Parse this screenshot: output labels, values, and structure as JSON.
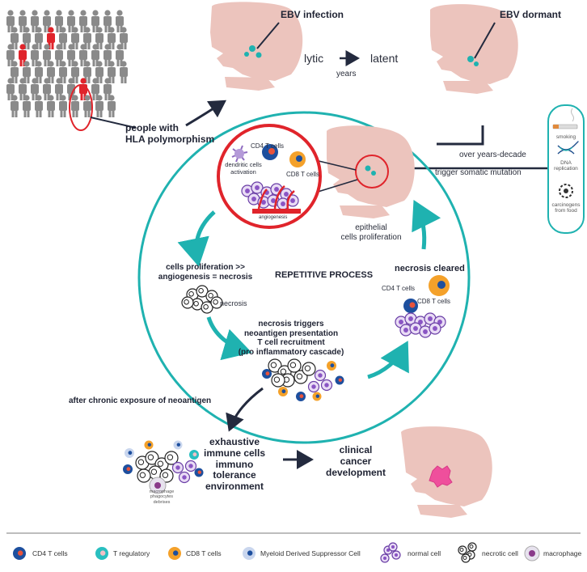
{
  "top": {
    "people_label": [
      "people with",
      "HLA polymorphism"
    ],
    "ebv_infection": "EBV infection",
    "ebv_dormant": "EBV dormant",
    "lytic": "lytic",
    "latent": "latent",
    "years": "years",
    "over_years": "over years-decade",
    "trigger": "trigger somatic mutation"
  },
  "side_box": {
    "items": [
      "smoking",
      "DNA replication",
      "carcinogens from food"
    ]
  },
  "inset": {
    "cd4": "CD4 T cells",
    "cd8": "CD8 T cells",
    "dendritic": "dendritic cells activation",
    "angiogenesis": "angiogenesis"
  },
  "cycle": {
    "epithelial": [
      "epithelial",
      "cells proliferation"
    ],
    "proliferation": [
      "cells proliferation >>",
      "angiogenesis = necrosis"
    ],
    "repetitive": "REPETITIVE PROCESS",
    "necrosis_cleared": "necrosis cleared",
    "cd4": "CD4 T cells",
    "cd8": "CD8 T cells",
    "necrosis": "necrosis",
    "triggers": [
      "necrosis triggers",
      "neoantigen presentation",
      "T cell recruitment",
      "(pro inflammatory cascade)"
    ]
  },
  "bottom": {
    "chronic": "after chronic exposure of neoantigen",
    "exhaustive": [
      "exhaustive",
      "immune cells",
      "immuno",
      "tolerance",
      "environment"
    ],
    "clinical": [
      "clinical",
      "cancer",
      "development"
    ],
    "macrophage_note": [
      "macrophage",
      "phagocytes",
      "debrises"
    ]
  },
  "legend": [
    {
      "label": "CD4 T cells",
      "icon": "cd4-cell-icon"
    },
    {
      "label": "T regulatory",
      "icon": "treg-cell-icon"
    },
    {
      "label": "CD8 T cells",
      "icon": "cd8-cell-icon"
    },
    {
      "label": "Myeloid Derived Suppressor Cell",
      "icon": "mdsc-cell-icon"
    },
    {
      "label": "normal cell",
      "icon": "normal-cell-icon"
    },
    {
      "label": "necrotic cell",
      "icon": "necrotic-cell-icon"
    },
    {
      "label": "macrophage",
      "icon": "macrophage-icon"
    }
  ],
  "colors": {
    "teal": "#1fb2b0",
    "red": "#e0242b",
    "navy": "#232a3e",
    "head": "#ecc4bd",
    "cd4": "#1d4f9e",
    "cd8": "#f4a12a",
    "normal": "#8a55c4",
    "tumor": "#ef4f9c"
  }
}
